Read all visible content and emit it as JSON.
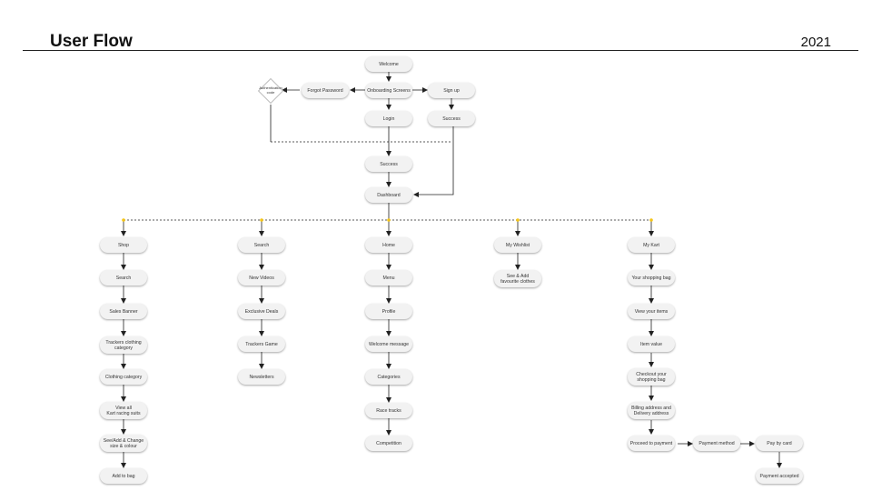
{
  "header": {
    "title": "User Flow",
    "year": "2021"
  },
  "nodes": {
    "welcome": "Welcome",
    "onboarding": "Onboarding Screens",
    "forgot": "Forgot Password",
    "auth_code": "Authentication\ncode",
    "signup": "Sign up",
    "login": "Login",
    "signup_success": "Success",
    "login_success": "Success",
    "dashboard": "Dashboard",
    "shop": "Shop",
    "shop_search": "Search",
    "sales_banner": "Sales Banner",
    "trackers_clothing": "Trackers clothing\ncategory",
    "clothing_category": "Clothing category",
    "view_all": "View all\nKart racing suits",
    "see_add_change": "See/Add & Change\nsize & colour",
    "add_to_bag": "Add to bag",
    "search": "Search",
    "new_videos": "New Videos",
    "exclusive_deals": "Exclusive Deals",
    "trackers_game": "Trackers Game",
    "newsletters": "Newsletters",
    "home": "Home",
    "menu": "Menu",
    "profile": "Profile",
    "welcome_message": "Welcome message",
    "categories": "Categories",
    "race_tracks": "Race tracks",
    "competition": "Competition",
    "wishlist": "My Wishlist",
    "see_add_fav": "See & Add\nfavourite clothes",
    "my_kart": "My Kart",
    "shopping_bag": "Your shopping bag",
    "view_items": "View your items",
    "item_value": "Item value",
    "checkout": "Checkout your\nshopping bag",
    "billing": "Billing address and\nDelivery address",
    "proceed_payment": "Proceed to payment",
    "payment_method": "Payment method",
    "pay_card": "Pay by card",
    "payment_accepted": "Payment accepted"
  },
  "colors": {
    "junction": "#f5c518",
    "line": "#222222",
    "node_bg": "#f2f2f2"
  }
}
